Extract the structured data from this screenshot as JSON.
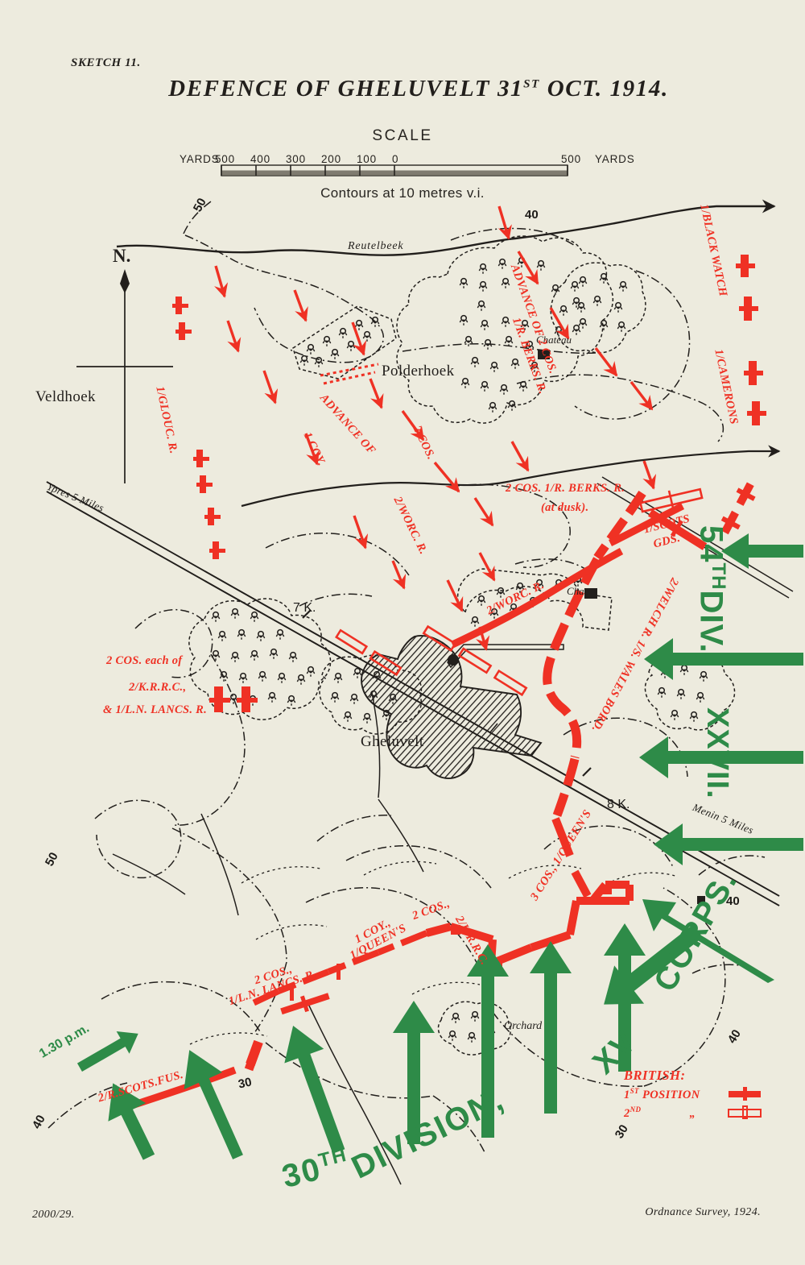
{
  "header": {
    "sketch_no": "SKETCH 11.",
    "title_main": "DEFENCE OF GHELUVELT 31",
    "title_sup": "ST",
    "title_tail": " OCT. 1914.",
    "scale_word": "SCALE",
    "contour_note": "Contours at 10 metres v.i."
  },
  "scalebar": {
    "left_unit": "YARDS",
    "ticks": [
      "500",
      "400",
      "300",
      "200",
      "100",
      "0"
    ],
    "right_value": "500",
    "right_unit": "YARDS"
  },
  "compass": {
    "label": "N."
  },
  "places": [
    {
      "name": "Veldhoek"
    },
    {
      "name": "Polderhoek"
    },
    {
      "name": "Gheluvelt"
    },
    {
      "name": "Chateau"
    },
    {
      "name": "Chau"
    },
    {
      "name": "Orchard"
    },
    {
      "name": "Reutelbeek"
    }
  ],
  "roads": [
    {
      "label": "Ypres 5 Miles"
    },
    {
      "label": "Menin 5 Miles"
    }
  ],
  "km_marks": [
    "7 K.",
    "8 K."
  ],
  "contour_labels": [
    "50",
    "40",
    "50",
    "40",
    "30",
    "30",
    "40"
  ],
  "red_units": [
    {
      "label": "1/GLOUC. R."
    },
    {
      "label": "ADVANCE OF"
    },
    {
      "label": "1 COY."
    },
    {
      "label": "2 COS."
    },
    {
      "label": "2/WORC. R."
    },
    {
      "label": "ADVANCE OF 2 COS."
    },
    {
      "label": "1/R. BERKS. R."
    },
    {
      "label": "1/BLACK WATCH"
    },
    {
      "label": "1/CAMERONS"
    },
    {
      "label": "2 COS. 1/R. BERKS. R."
    },
    {
      "label": "(at dusk)."
    },
    {
      "label": "1/SCOTS GDS."
    },
    {
      "label": "2/WORC. R."
    },
    {
      "label": "2/WELCH R. 1/S. WALES BORD."
    },
    {
      "label": "2 COS. each of"
    },
    {
      "label": "2/K.R.R.C.,"
    },
    {
      "label": "& 1/L.N. LANCS. R."
    },
    {
      "label": "3 COS., 1/QUEEN'S"
    },
    {
      "label": "1 COY.,"
    },
    {
      "label": "1/QUEEN'S"
    },
    {
      "label": "2 COS.,"
    },
    {
      "label": "2/K.R.R.C."
    },
    {
      "label": "2 COS.,"
    },
    {
      "label": "1/L.N. LANCS. R."
    },
    {
      "label": "2/R.SCOTS.FUS."
    }
  ],
  "green_units": [
    {
      "label": "54",
      "sup": "TH",
      "tail": " DIV., XXVII."
    },
    {
      "label": "30",
      "sup": "TH",
      "tail": " DIVISION, XV CORPS."
    },
    {
      "label": "1.30 p.m."
    }
  ],
  "labels": {
    "gloucester": "1/GLOUC. R.",
    "advance_of": "ADVANCE OF",
    "one_coy": "1 COY.",
    "two_cos": "2 COS.",
    "worc": "2/WORC. R.",
    "advance_2cos": "ADVANCE OF 2 COS.",
    "berks_vert": "1/R. BERKS. R.",
    "black_watch": "1/BLACK WATCH",
    "camerons": "1/CAMERONS",
    "berks_dusk_1": "2 COS. 1/R. BERKS. R.",
    "berks_dusk_2": "(at dusk).",
    "scots_gds_1": "1/SCOTS",
    "scots_gds_2": "GDS.",
    "worc2": "2/WORC. R.",
    "welch": "2/WELCH R. 1/S. WALES BORD.",
    "krrc_blk_1": "2 COS. each of",
    "krrc_blk_2": "2/K.R.R.C.,",
    "krrc_blk_3": "& 1/L.N. LANCS. R.",
    "queens3": "3 COS., 1/QUEEN'S",
    "one_coy_queens_a": "1 COY.,",
    "one_coy_queens_b": "1/QUEEN'S",
    "two_cos_krrc_a": "2 COS.,",
    "two_cos_krrc_b": "2/K.R.R.C.",
    "two_cos_lnl_a": "2 COS.,",
    "two_cos_lnl_b": "1/L.N. LANCS. R.",
    "scots_fus": "2/R.SCOTS.FUS.",
    "time_130": "1.30 p.m.",
    "div54_num": "54",
    "div54_sup": "TH",
    "div54_tail": "DIV.,",
    "corps27": "XXVII.",
    "div30_num": "30",
    "div30_sup": "TH",
    "div30_tail": "DIVISION,",
    "corps15": "XV",
    "corps_word": "CORPS."
  },
  "legend": {
    "title": "BRITISH:",
    "row1_label": "1",
    "row1_sup": "ST",
    "row1_text": " POSITION",
    "row2_label": "2",
    "row2_sup": "ND",
    "row2_text": "„"
  },
  "footer": {
    "left": "2000/29.",
    "right": "Ordnance Survey, 1924."
  },
  "colors": {
    "paper": "#edebde",
    "ink": "#221f1c",
    "british_red": "#ef3124",
    "german_green": "#2e8b48"
  }
}
